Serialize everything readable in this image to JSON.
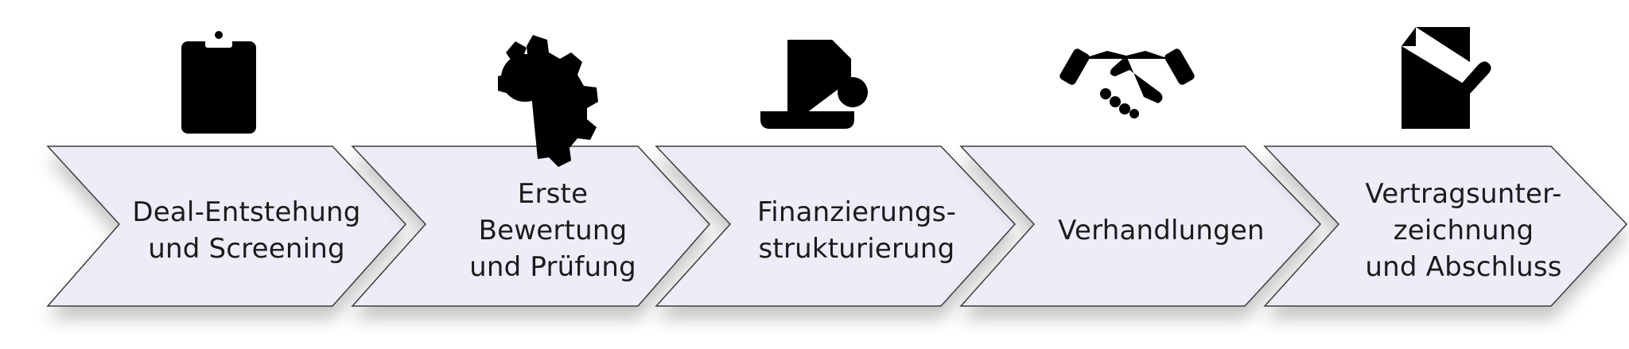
{
  "steps": [
    {
      "label": "Deal-Entstehung\nund Screening",
      "icon": "clipboard-checklist-icon"
    },
    {
      "label": "Erste\nBewertung\nund Prüfung",
      "icon": "gear-magnifier-check-icon"
    },
    {
      "label": "Finanzierungs-\nstrukturierung",
      "icon": "document-dollar-icon"
    },
    {
      "label": "Verhandlungen",
      "icon": "handshake-icon"
    },
    {
      "label": "Vertragsunter-\nzeichnung\nund Abschluss",
      "icon": "signed-contract-pen-icon"
    }
  ],
  "colors": {
    "chevron_fill": "#ededfa",
    "chevron_stroke": "#3c3c3c",
    "icon_stroke": "#111111",
    "text": "#1b1b1b"
  }
}
